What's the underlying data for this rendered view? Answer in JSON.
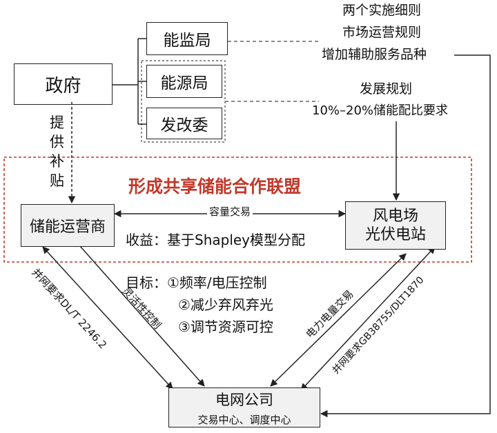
{
  "nodes": {
    "government": "政府",
    "energy_regulator": "能监局",
    "energy_bureau": "能源局",
    "ndrc": "发改委",
    "storage_operator": "储能运营商",
    "renewable_line1": "风电场",
    "renewable_line2": "光伏电站",
    "grid_title": "电网公司",
    "grid_subtitle": "交易中心、调度中心"
  },
  "alliance_title": "形成共享储能合作联盟",
  "policy_lines": [
    "两个实施细则",
    "市场运营规则",
    "增加辅助服务品种"
  ],
  "planning_lines": [
    "发展规划",
    "10%–20%储能配比要求"
  ],
  "subsidy_chars": [
    "提",
    "供",
    "补",
    "贴"
  ],
  "capacity_trade": "容量交易",
  "revenue": "收益：基于Shapley模型分配",
  "goals": [
    "目标：①频率/电压控制",
    "②减少弃风弃光",
    "③调节资源可控"
  ],
  "left_diag": {
    "line1": "并网要求DL/T 2246.2",
    "line2": "灵活性控制"
  },
  "right_diag": {
    "line1": "电力电量交易",
    "line2": "并网要求GB38755/DLT1870"
  },
  "colors": {
    "alliance": "#c0392b",
    "line": "#222222",
    "box_fill": "#f1f1f1"
  }
}
